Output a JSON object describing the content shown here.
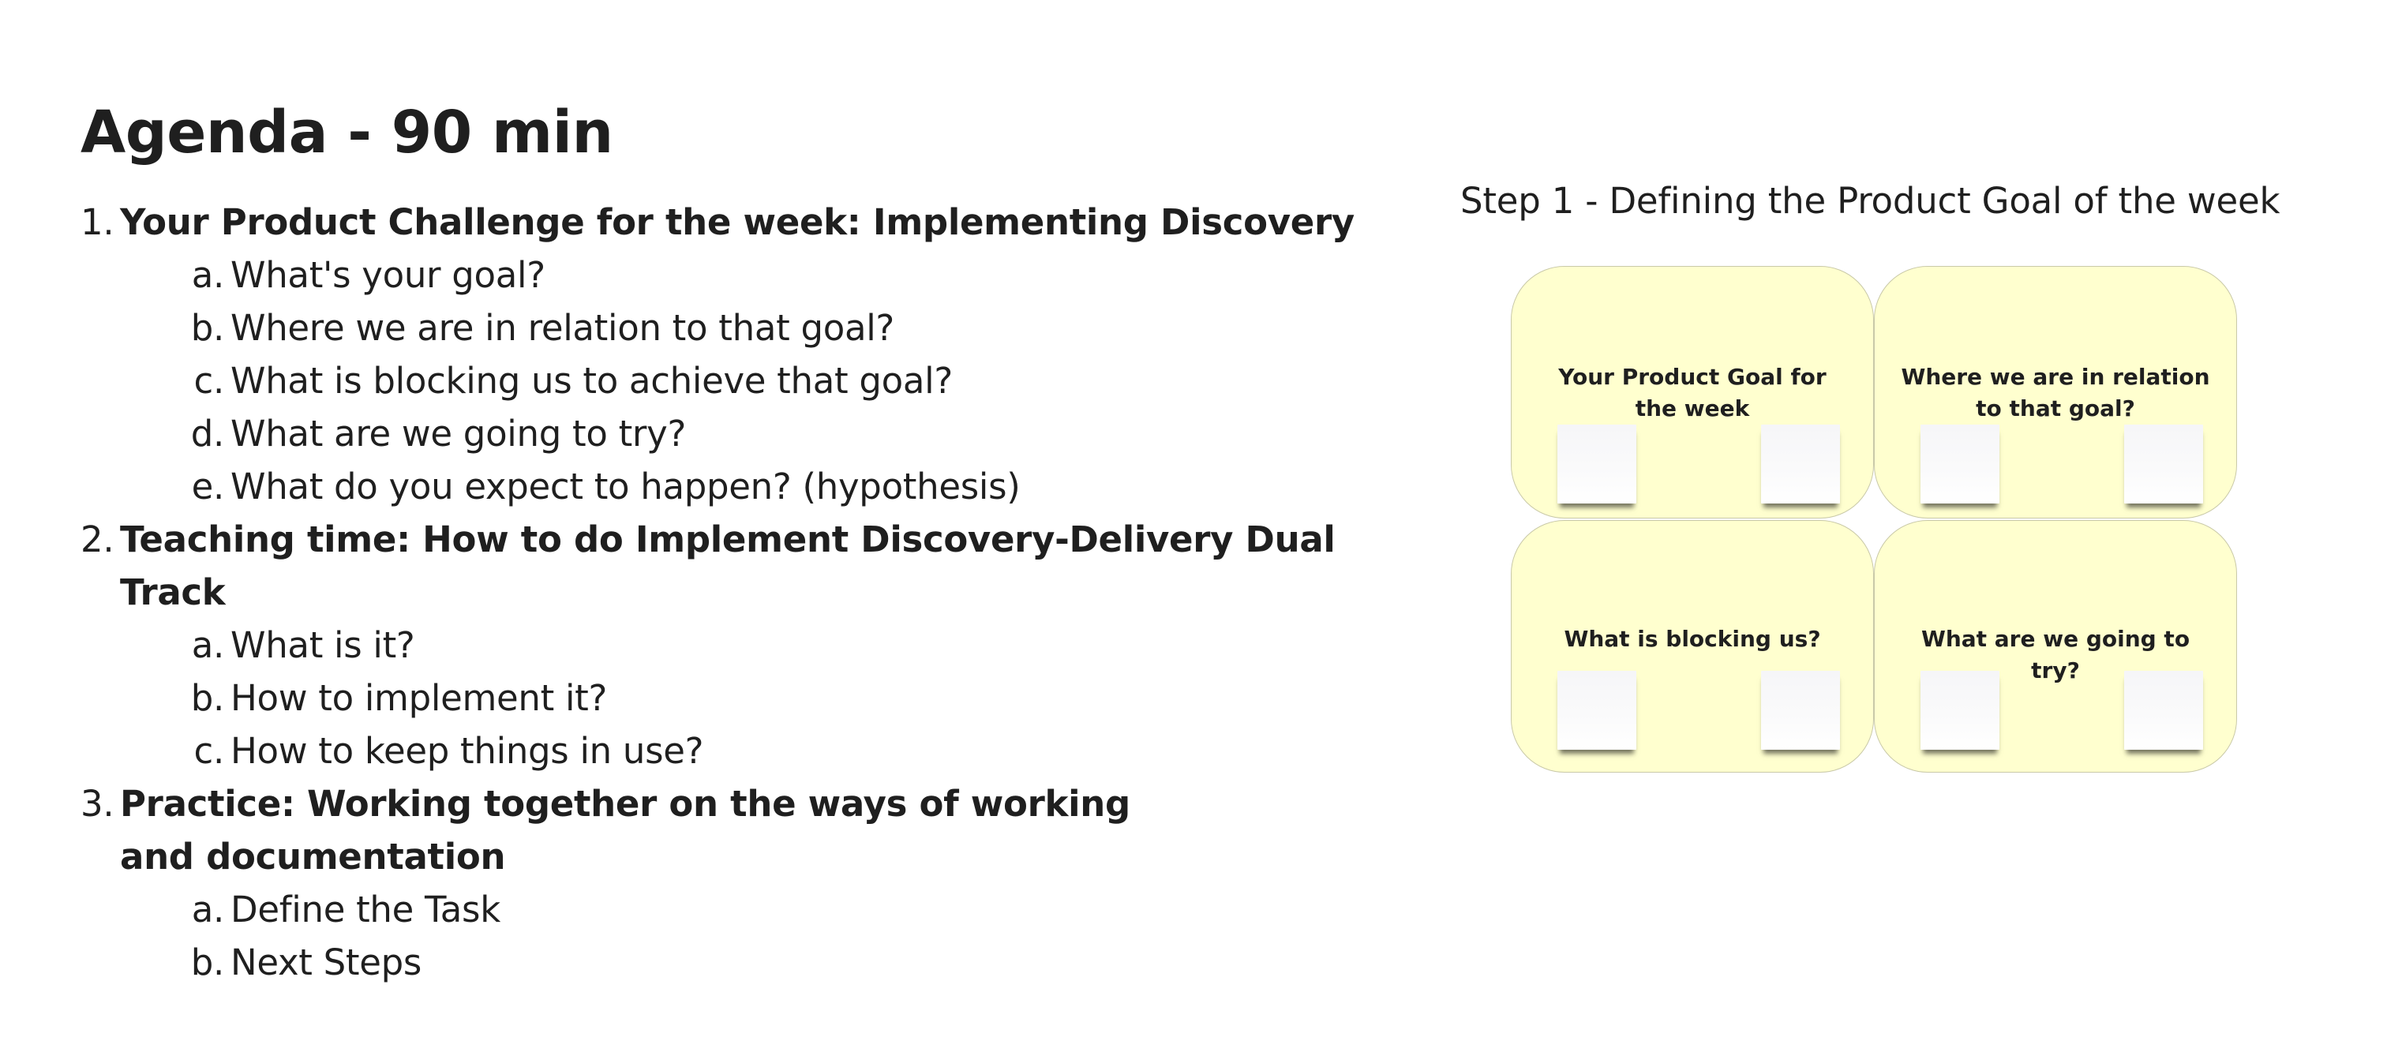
{
  "agenda": {
    "title": "Agenda - 90 min",
    "sections": [
      {
        "number": "1.",
        "title": "Your Product Challenge for the week: Implementing Discovery",
        "items": [
          {
            "letter": "a.",
            "text": "What's your goal?"
          },
          {
            "letter": "b.",
            "text": "Where we are in relation to that goal?"
          },
          {
            "letter": "c.",
            "text": "What is blocking us to achieve that goal?"
          },
          {
            "letter": "d.",
            "text": "What are we going to try?"
          },
          {
            "letter": "e.",
            "text": "What do you expect to happen? (hypothesis)"
          }
        ]
      },
      {
        "number": "2.",
        "title": "Teaching time: How to do Implement Discovery-Delivery Dual Track",
        "items": [
          {
            "letter": "a.",
            "text": "What is it?"
          },
          {
            "letter": "b.",
            "text": "How to implement it?"
          },
          {
            "letter": "c.",
            "text": "How to keep things in use?"
          }
        ]
      },
      {
        "number": "3.",
        "title": "Practice: Working together on the ways of working and documentation",
        "items": [
          {
            "letter": "a.",
            "text": "Define the Task"
          },
          {
            "letter": "b.",
            "text": "Next Steps"
          }
        ]
      }
    ]
  },
  "step": {
    "title": "Step 1 - Defining the Product Goal of the week",
    "quadrants": [
      {
        "label": "Your Product Goal for the week"
      },
      {
        "label": "Where we are in relation to that goal?"
      },
      {
        "label": "What is blocking us?"
      },
      {
        "label": "What are we going to try?"
      }
    ]
  },
  "colors": {
    "quadrant_fill": "#ffffcf",
    "quadrant_border": "#c9c9a8",
    "text": "#1f1f1f"
  }
}
